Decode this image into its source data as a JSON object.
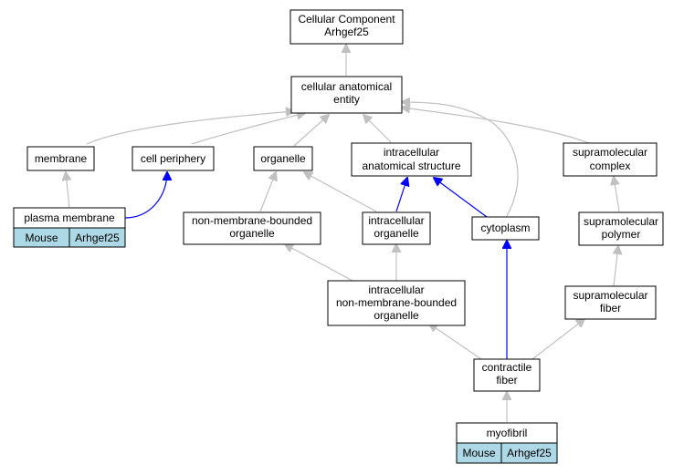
{
  "nodes": {
    "root": [
      "Cellular Component",
      "Arhgef25"
    ],
    "cae": [
      "cellular anatomical",
      "entity"
    ],
    "membrane": [
      "membrane"
    ],
    "cell_periphery": [
      "cell periphery"
    ],
    "organelle": [
      "organelle"
    ],
    "ias": [
      "intracellular",
      "anatomical structure"
    ],
    "supramolecular_complex": [
      "supramolecular",
      "complex"
    ],
    "plasma_membrane": [
      "plasma membrane"
    ],
    "nmbo": [
      "non-membrane-bounded",
      "organelle"
    ],
    "intracellular_organelle": [
      "intracellular",
      "organelle"
    ],
    "cytoplasm": [
      "cytoplasm"
    ],
    "supramolecular_polymer": [
      "supramolecular",
      "polymer"
    ],
    "inmbo": [
      "intracellular",
      "non-membrane-bounded",
      "organelle"
    ],
    "supramolecular_fiber": [
      "supramolecular",
      "fiber"
    ],
    "contractile_fiber": [
      "contractile",
      "fiber"
    ],
    "myofibril": [
      "myofibril"
    ]
  },
  "annotations": {
    "plasma_membrane": {
      "species": "Mouse",
      "gene": "Arhgef25"
    },
    "myofibril": {
      "species": "Mouse",
      "gene": "Arhgef25"
    }
  },
  "colors": {
    "is_a_edge": "#c0c0c0",
    "part_of_edge": "#0000ff",
    "annotation_fill": "#add8e6"
  }
}
